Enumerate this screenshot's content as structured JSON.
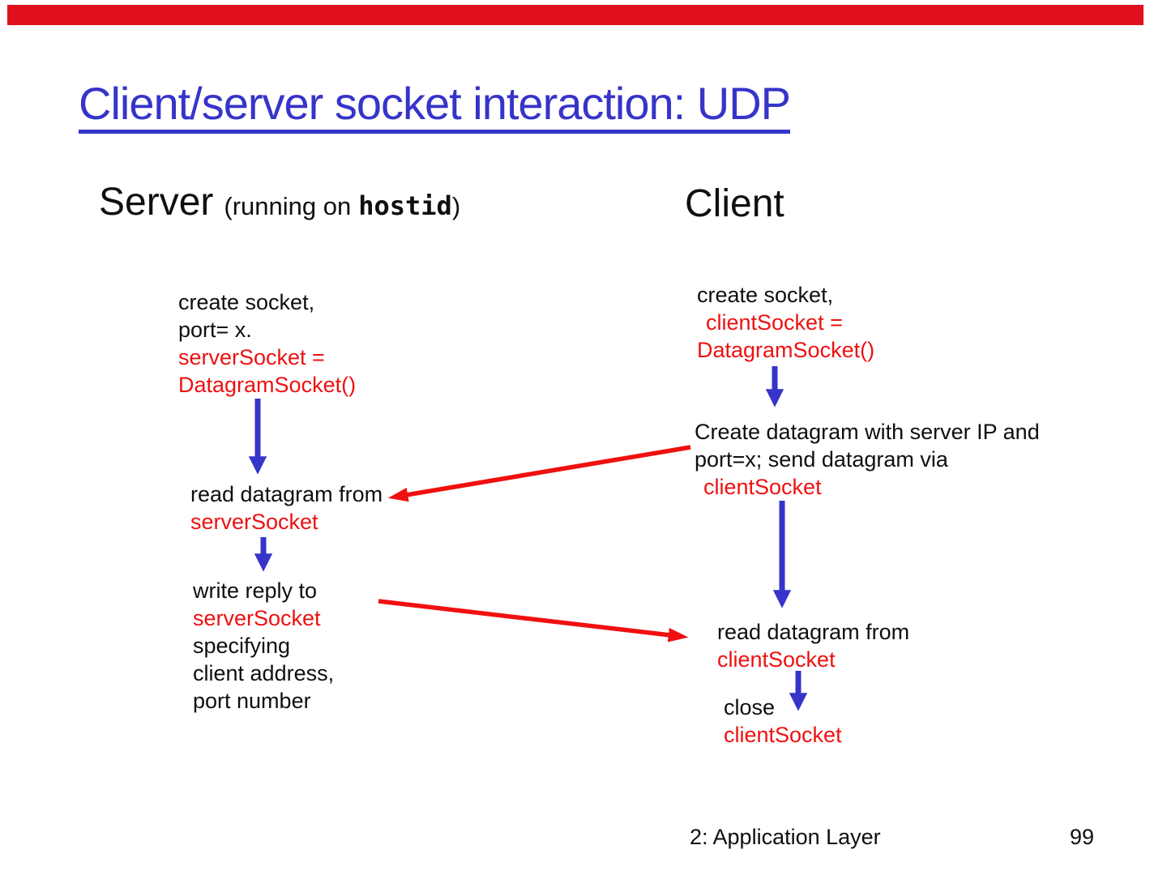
{
  "slide": {
    "title": "Client/server socket interaction: UDP",
    "footer_section": "2: Application Layer",
    "footer_page": "99"
  },
  "headings": {
    "server_main": "Server",
    "server_detail_prefix": "(running on",
    "server_code": "hostid",
    "server_detail_suffix": ")",
    "client": "Client"
  },
  "server_flow": {
    "steps": [
      {
        "lines": [
          {
            "text": "create socket,",
            "color": "black"
          },
          {
            "text": "port= x.",
            "color": "black"
          },
          {
            "text": "serverSocket =",
            "color": "red"
          },
          {
            "text": "DatagramSocket()",
            "color": "red"
          }
        ]
      },
      {
        "lines": [
          {
            "text": "read datagram from",
            "color": "black"
          },
          {
            "text": "serverSocket",
            "color": "red"
          }
        ]
      },
      {
        "lines": [
          {
            "text": "write reply to",
            "color": "black"
          },
          {
            "text": "serverSocket",
            "color": "red"
          },
          {
            "text": "specifying",
            "color": "black"
          },
          {
            "text": "client address,",
            "color": "black"
          },
          {
            "text": "port number",
            "color": "black"
          }
        ]
      }
    ]
  },
  "client_flow": {
    "steps": [
      {
        "lines": [
          {
            "text": "create socket,",
            "color": "black"
          },
          {
            "text": "clientSocket =",
            "color": "red"
          },
          {
            "text": "DatagramSocket()",
            "color": "red"
          }
        ]
      },
      {
        "lines": [
          {
            "text": "Create datagram with server IP and",
            "color": "black"
          },
          {
            "text": "port=x; send datagram via",
            "color": "black"
          },
          {
            "text": "clientSocket",
            "color": "red"
          }
        ]
      },
      {
        "lines": [
          {
            "text": "read datagram from",
            "color": "black"
          },
          {
            "text": "clientSocket",
            "color": "red"
          }
        ]
      },
      {
        "lines": [
          {
            "text": "close",
            "color": "black"
          },
          {
            "text": "clientSocket",
            "color": "red"
          }
        ]
      }
    ]
  },
  "colors": {
    "title_blue": "#3634c9",
    "flow_arrow_blue": "#3634c9",
    "code_red": "#ee1111",
    "message_arrow_red": "#f01010",
    "top_bar_red": "#e0111c",
    "text_black": "#0f0f0f"
  }
}
